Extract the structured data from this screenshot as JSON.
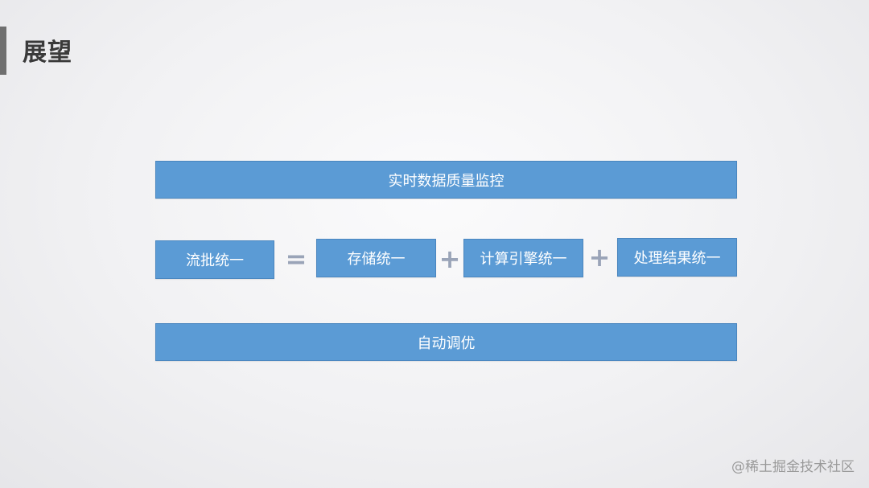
{
  "header": {
    "title": "展望"
  },
  "diagram": {
    "top_box": "实时数据质量监控",
    "equation": {
      "left": "流批统一",
      "equals": "=",
      "term1": "存储统一",
      "plus1": "+",
      "term2": "计算引擎统一",
      "plus2": "+",
      "term3": "处理结果统一"
    },
    "bottom_box": "自动调优"
  },
  "watermark": "@稀土掘金技术社区",
  "colors": {
    "box_fill": "#5b9bd5",
    "box_border": "#4a86bf",
    "operator": "#9aa4b8",
    "title_bar": "#6f6f6f"
  }
}
